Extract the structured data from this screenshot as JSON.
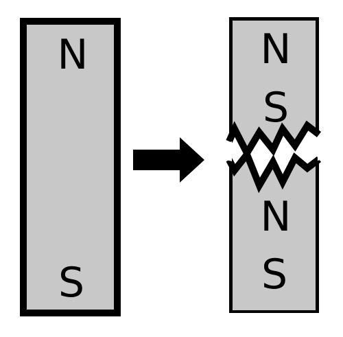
{
  "diagram": {
    "left_magnet": {
      "top_pole": "N",
      "bottom_pole": "S"
    },
    "right_magnet": {
      "upper_piece": {
        "top_pole": "N",
        "bottom_pole": "S"
      },
      "lower_piece": {
        "top_pole": "N",
        "bottom_pole": "S"
      }
    },
    "colors": {
      "magnet_fill": "#c8c8c8",
      "outline": "#000000",
      "background": "#ffffff"
    },
    "icons": {
      "arrow": "right-arrow-icon",
      "break": "jagged-break"
    }
  }
}
